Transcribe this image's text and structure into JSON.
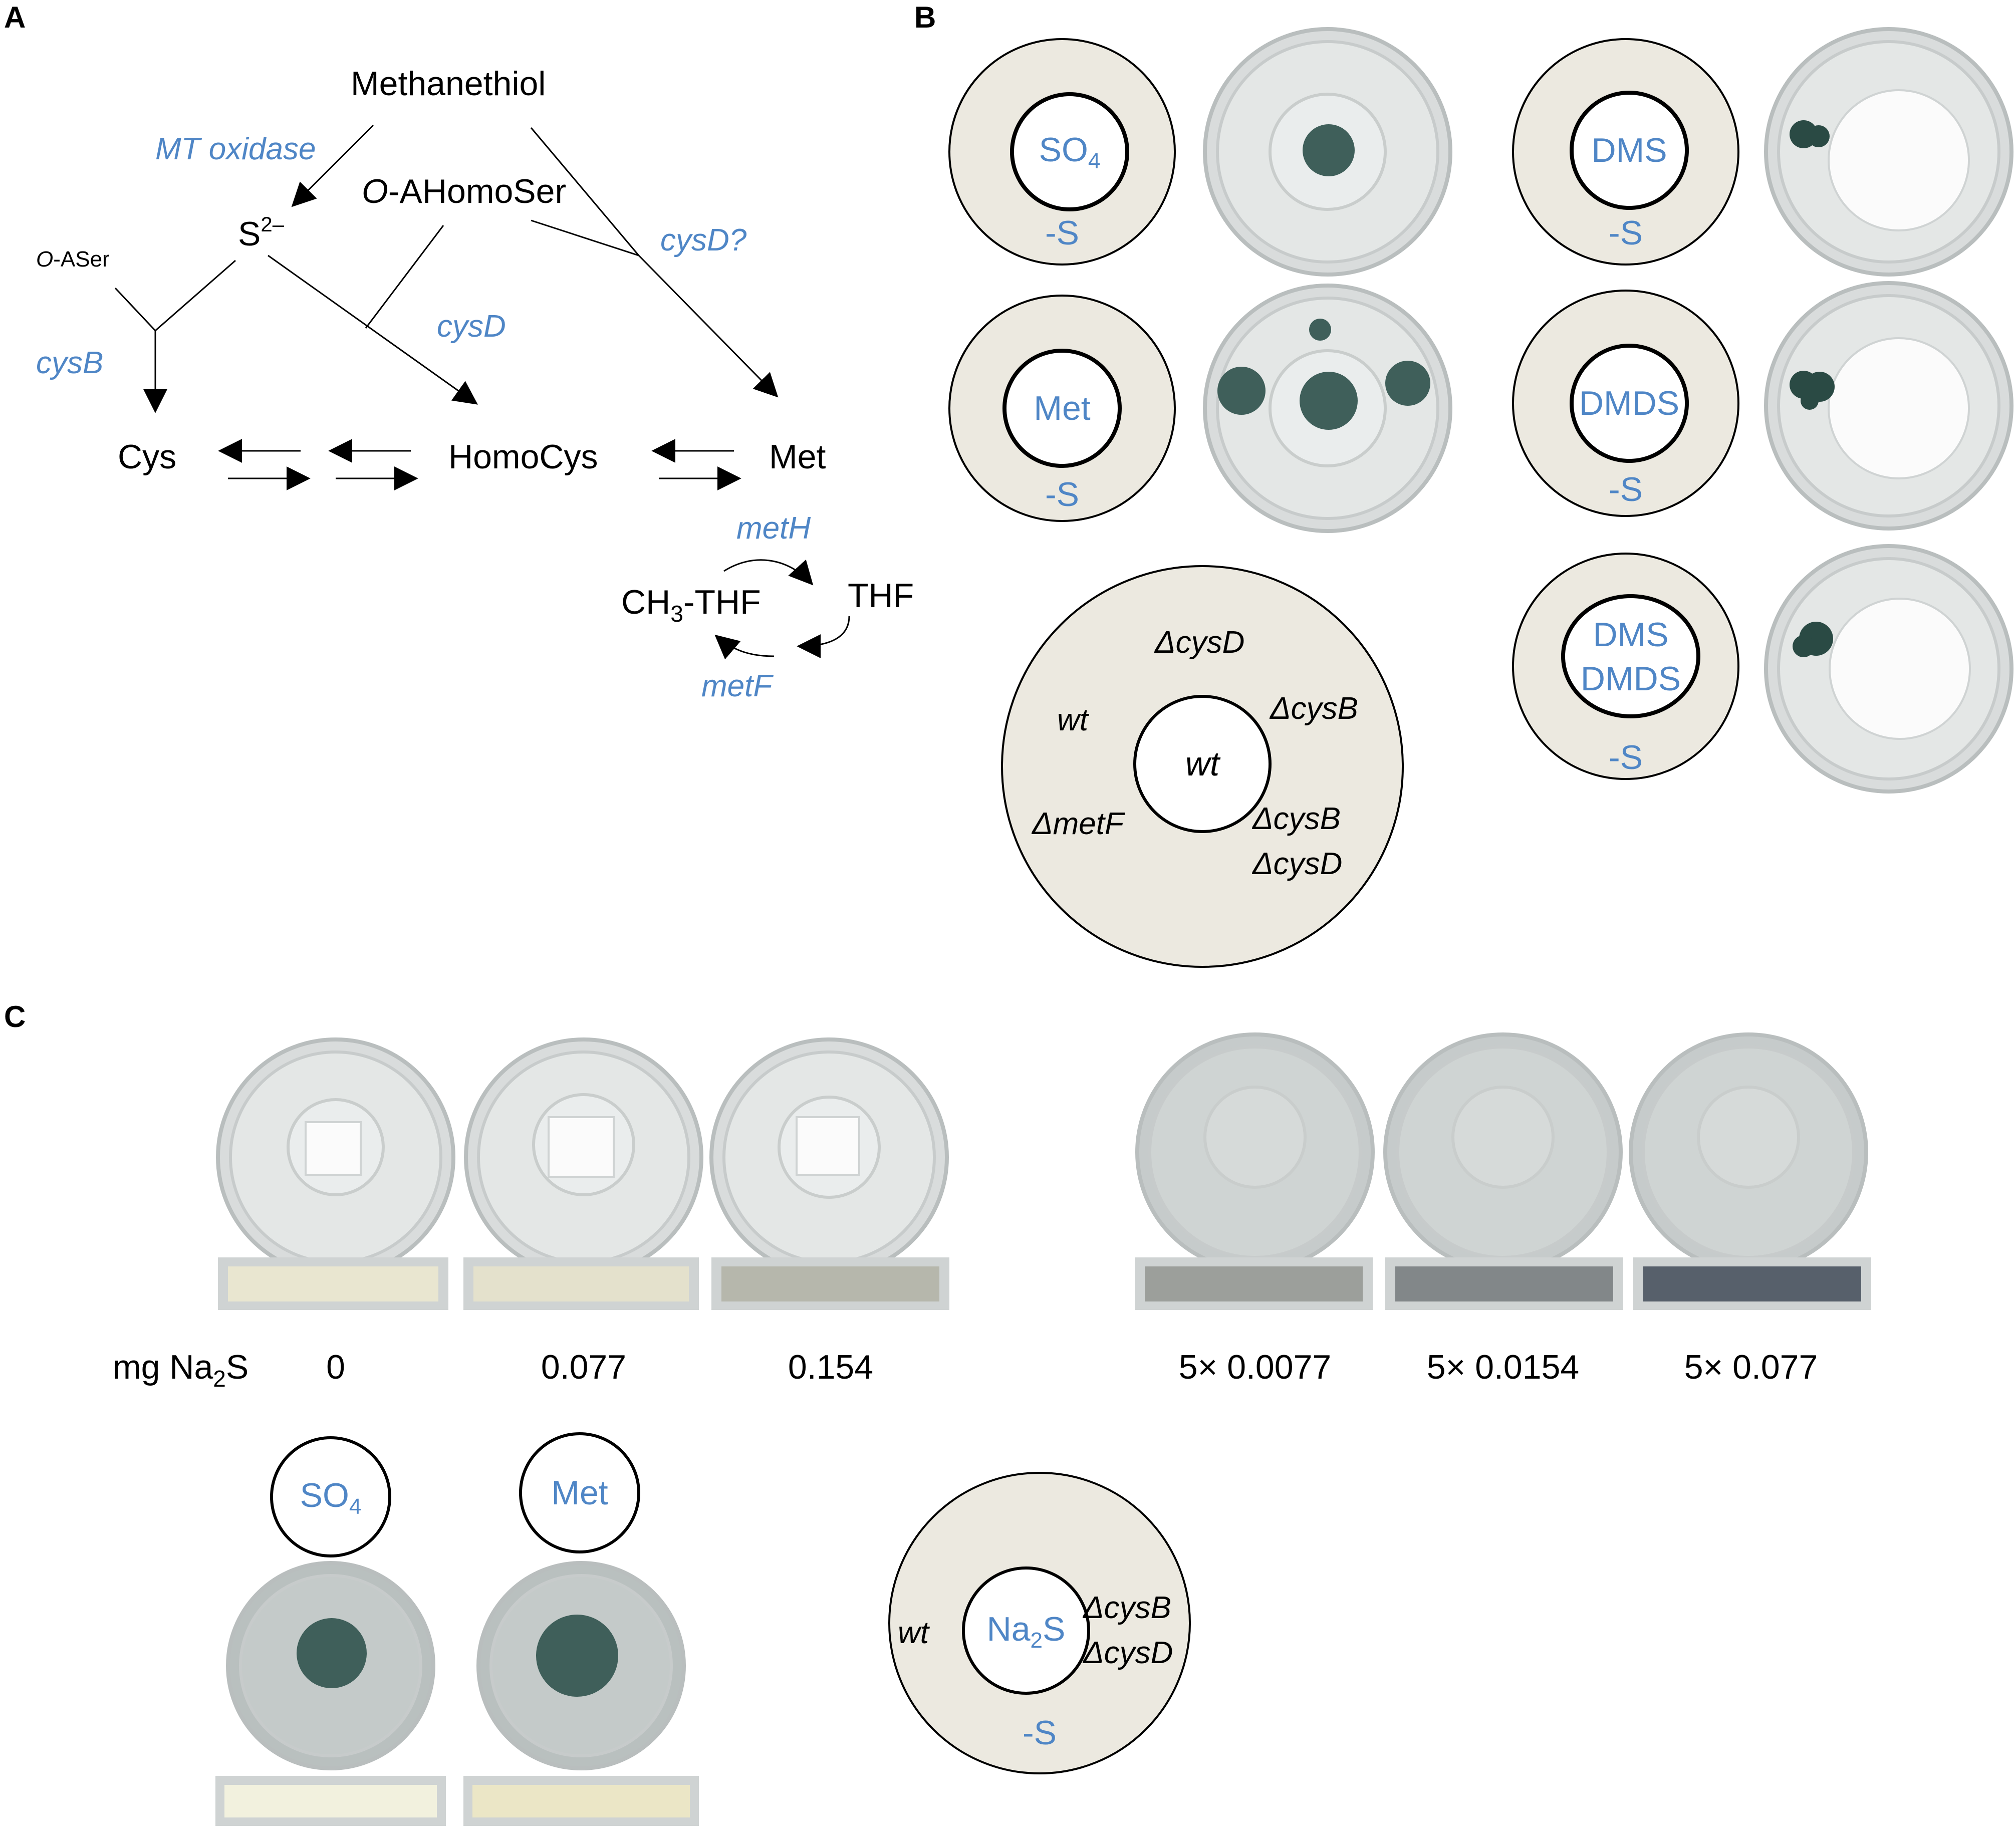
{
  "panels": {
    "a": "A",
    "b": "B",
    "c": "C"
  },
  "pathway": {
    "methanethiol": "Methanethiol",
    "mt_oxidase": "MT oxidase",
    "o_ahomoser_italic": "O",
    "o_ahomoser_rest": "-AHomoSer",
    "s2_base": "S",
    "s2_sup": "2–",
    "o_aser_italic": "O",
    "o_aser_rest": "-ASer",
    "cysd_q": "cysD?",
    "cysd": "cysD",
    "cysb": "cysB",
    "cys": "Cys",
    "homocys": "HomoCys",
    "met": "Met",
    "meth": "metH",
    "ch3_a": "CH",
    "ch3_sub": "3",
    "ch3_b": "-THF",
    "thf": "THF",
    "metf": "metF"
  },
  "panel_b": {
    "discs": [
      {
        "inner": "SO",
        "inner_sub": "4",
        "outer": "-S"
      },
      {
        "inner": "Met",
        "inner_sub": "",
        "outer": "-S"
      },
      {
        "inner": "DMS",
        "inner_sub": "",
        "outer": "-S"
      },
      {
        "inner": "DMDS",
        "inner_sub": "",
        "outer": "-S"
      },
      {
        "inner": "DMS",
        "inner2": "DMDS",
        "outer": "-S"
      }
    ],
    "layout_key": {
      "center": "wt",
      "strains": [
        "ΔcysD",
        "ΔcysB",
        "ΔcysB",
        "ΔcysD",
        "ΔmetF",
        "wt"
      ]
    }
  },
  "panel_c": {
    "amount_label_a": "mg Na",
    "amount_label_sub": "2",
    "amount_label_b": "S",
    "amounts": [
      "0",
      "0.077",
      "0.154",
      "5× 0.0077",
      "5× 0.0154",
      "5× 0.077"
    ],
    "strip_darkness": [
      0.05,
      0.08,
      0.35,
      0.5,
      0.65,
      0.9
    ],
    "controls": [
      {
        "label": "SO",
        "sub": "4"
      },
      {
        "label": "Met",
        "sub": ""
      }
    ],
    "key": {
      "left": "wt",
      "center_a": "Na",
      "center_sub": "2",
      "center_b": "S",
      "right1": "ΔcysB",
      "right2": "ΔcysD",
      "bottom": "-S"
    }
  },
  "colors": {
    "blue_label": "#4f86c6",
    "disc_bg": "#ece9e0",
    "colony": "#3f5f5a"
  }
}
